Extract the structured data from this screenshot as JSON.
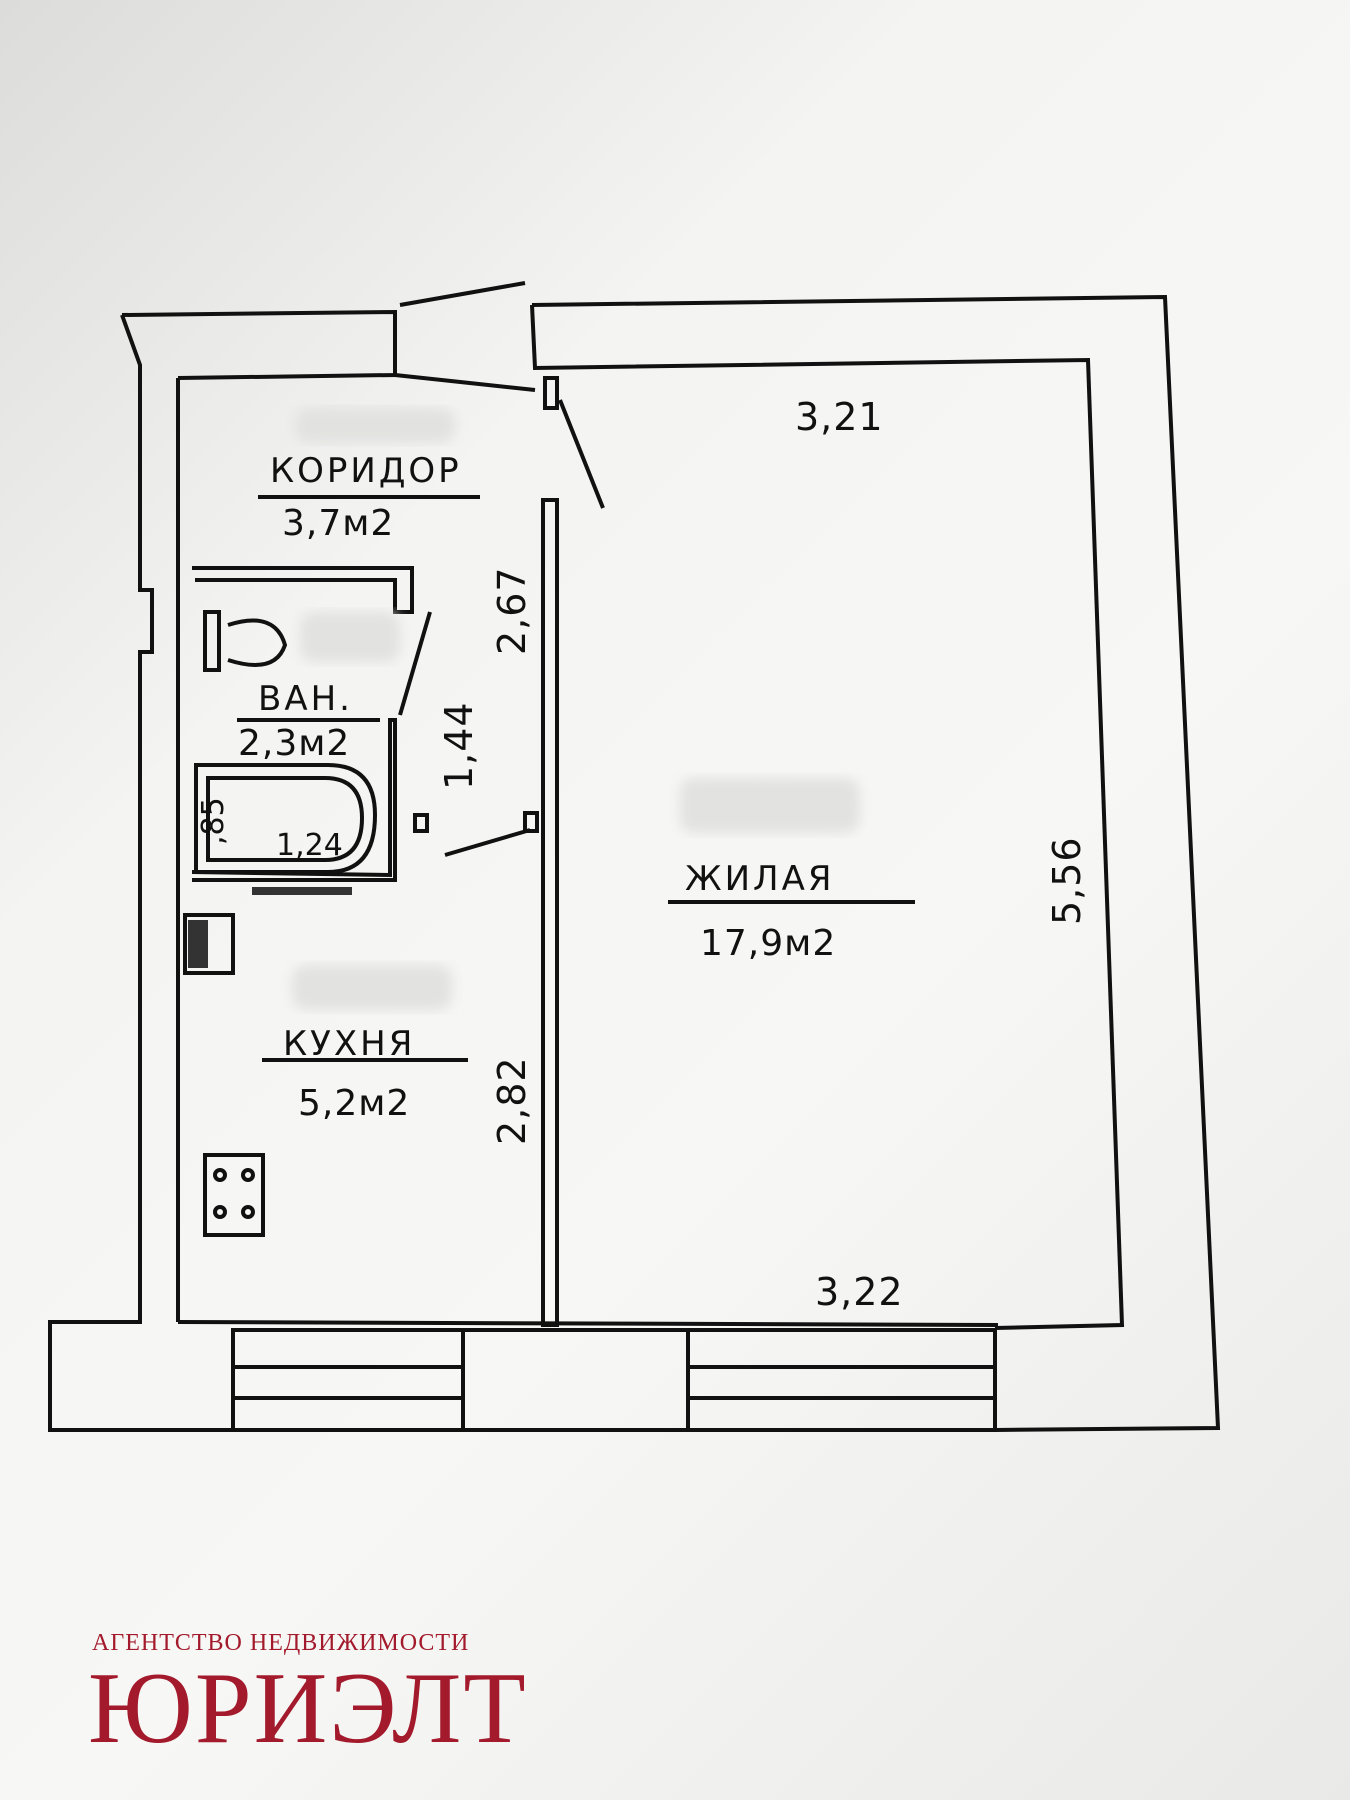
{
  "rooms": {
    "corridor": {
      "name": "КОРИДОР",
      "area": "3,7м2"
    },
    "bathroom": {
      "name": "ВАН.",
      "area": "2,3м2"
    },
    "kitchen": {
      "name": "КУХНЯ",
      "area": "5,2м2"
    },
    "living": {
      "name": "ЖИЛАЯ",
      "area": "17,9м2"
    }
  },
  "dimensions": {
    "living_top": "3,21",
    "living_bottom": "3,22",
    "living_height": "5,56",
    "corridor_length": "2,67",
    "bathroom_length": "1,44",
    "kitchen_length": "2,82",
    "bath_length": "1,24",
    "bath_width": ",85"
  },
  "agency": {
    "tagline": "АГЕНТСТВО НЕДВИЖИМОСТИ",
    "name": "ЮРИЭЛТ",
    "color": "#a31a2c"
  },
  "colors": {
    "line": "#111111",
    "paper": "#f4f4f2"
  }
}
